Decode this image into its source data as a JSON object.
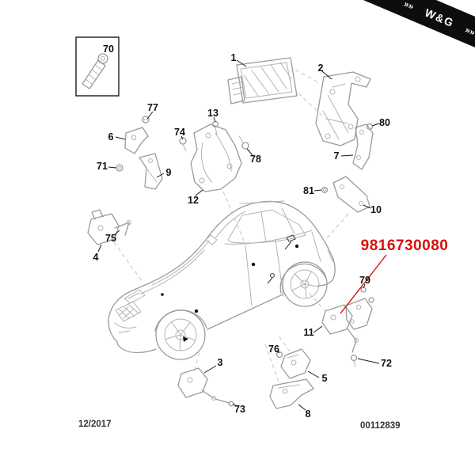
{
  "logo": {
    "text": "W&G",
    "arrows": "»»"
  },
  "part_number": {
    "value": "9816730080",
    "color": "#d80f0f"
  },
  "footer": {
    "date": "12/2017",
    "doc_number": "00112839"
  },
  "callouts": [
    {
      "label": "1"
    },
    {
      "label": "2"
    },
    {
      "label": "70"
    },
    {
      "label": "77"
    },
    {
      "label": "6"
    },
    {
      "label": "71"
    },
    {
      "label": "9"
    },
    {
      "label": "74"
    },
    {
      "label": "13"
    },
    {
      "label": "78"
    },
    {
      "label": "12"
    },
    {
      "label": "80"
    },
    {
      "label": "7"
    },
    {
      "label": "81"
    },
    {
      "label": "10"
    },
    {
      "label": "75"
    },
    {
      "label": "4"
    },
    {
      "label": "79"
    },
    {
      "label": "11"
    },
    {
      "label": "72"
    },
    {
      "label": "76"
    },
    {
      "label": "5"
    },
    {
      "label": "3"
    },
    {
      "label": "73"
    },
    {
      "label": "8"
    }
  ]
}
